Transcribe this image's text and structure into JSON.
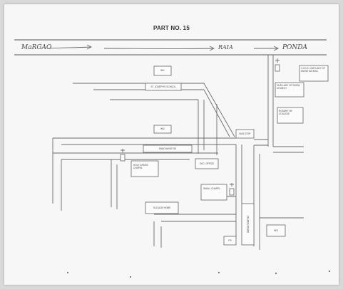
{
  "map": {
    "title": "PART NO. 15",
    "road_labels": {
      "left": "MaRGAO",
      "middle": "RAIA",
      "right": "PONDA"
    },
    "buildings": [
      {
        "id": "ward-1",
        "text": "W/1"
      },
      {
        "id": "st-school",
        "text": "ST. JOSEPH'S SCHOOL"
      },
      {
        "id": "ward-2",
        "text": "W/2"
      },
      {
        "id": "school-top-right",
        "text": "V.V.S.S. OUR LADY OF SNOW SCHOOL"
      },
      {
        "id": "our-lady-church",
        "text": "OUR LADY OF SNOW CHURCH"
      },
      {
        "id": "rosary-college",
        "text": "ROSARY HS COLLEGE"
      },
      {
        "id": "bus-stop",
        "text": "BUS STOP"
      },
      {
        "id": "panchayat-rd",
        "text": "PANCHAYAT RD"
      },
      {
        "id": "holy-chapel",
        "text": "HOLY CROSS CHAPEL"
      },
      {
        "id": "society",
        "text": "SOC. OFFICE"
      },
      {
        "id": "small-chapel",
        "text": "SMALL CHAPEL"
      },
      {
        "id": "old-home",
        "text": "OLD AGE HOME"
      },
      {
        "id": "vertical-road",
        "text": "CHURCH ROAD"
      },
      {
        "id": "ward-3",
        "text": "W/3"
      },
      {
        "id": "small-box",
        "text": "PS"
      }
    ]
  }
}
